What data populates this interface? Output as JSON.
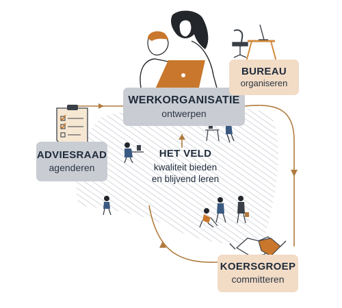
{
  "boxes": {
    "werkorganisatie": {
      "title": "WERKORGANISATIE",
      "subtitle": "ontwerpen"
    },
    "bureau": {
      "title": "BUREAU",
      "subtitle": "organiseren"
    },
    "adviesraad": {
      "title": "ADVIESRAAD",
      "subtitle": "agenderen"
    },
    "koersgroep": {
      "title": "KOERSGROEP",
      "subtitle": "committeren"
    }
  },
  "center": {
    "title": "HET VELD",
    "subtitle": "kwaliteit bieden\nen blijvend leren"
  },
  "colors": {
    "arrow": "#b07a3c",
    "gray_box": "#c9ccd3",
    "peach_box": "#f2dcc6",
    "hatch": "#c7cbd1",
    "text": "#1f2b3a"
  },
  "icons": [
    "people-at-laptop-illustration",
    "desk-chair-illustration",
    "checklist-clipboard-icon",
    "handshake-icon",
    "people-in-field-illustration"
  ]
}
